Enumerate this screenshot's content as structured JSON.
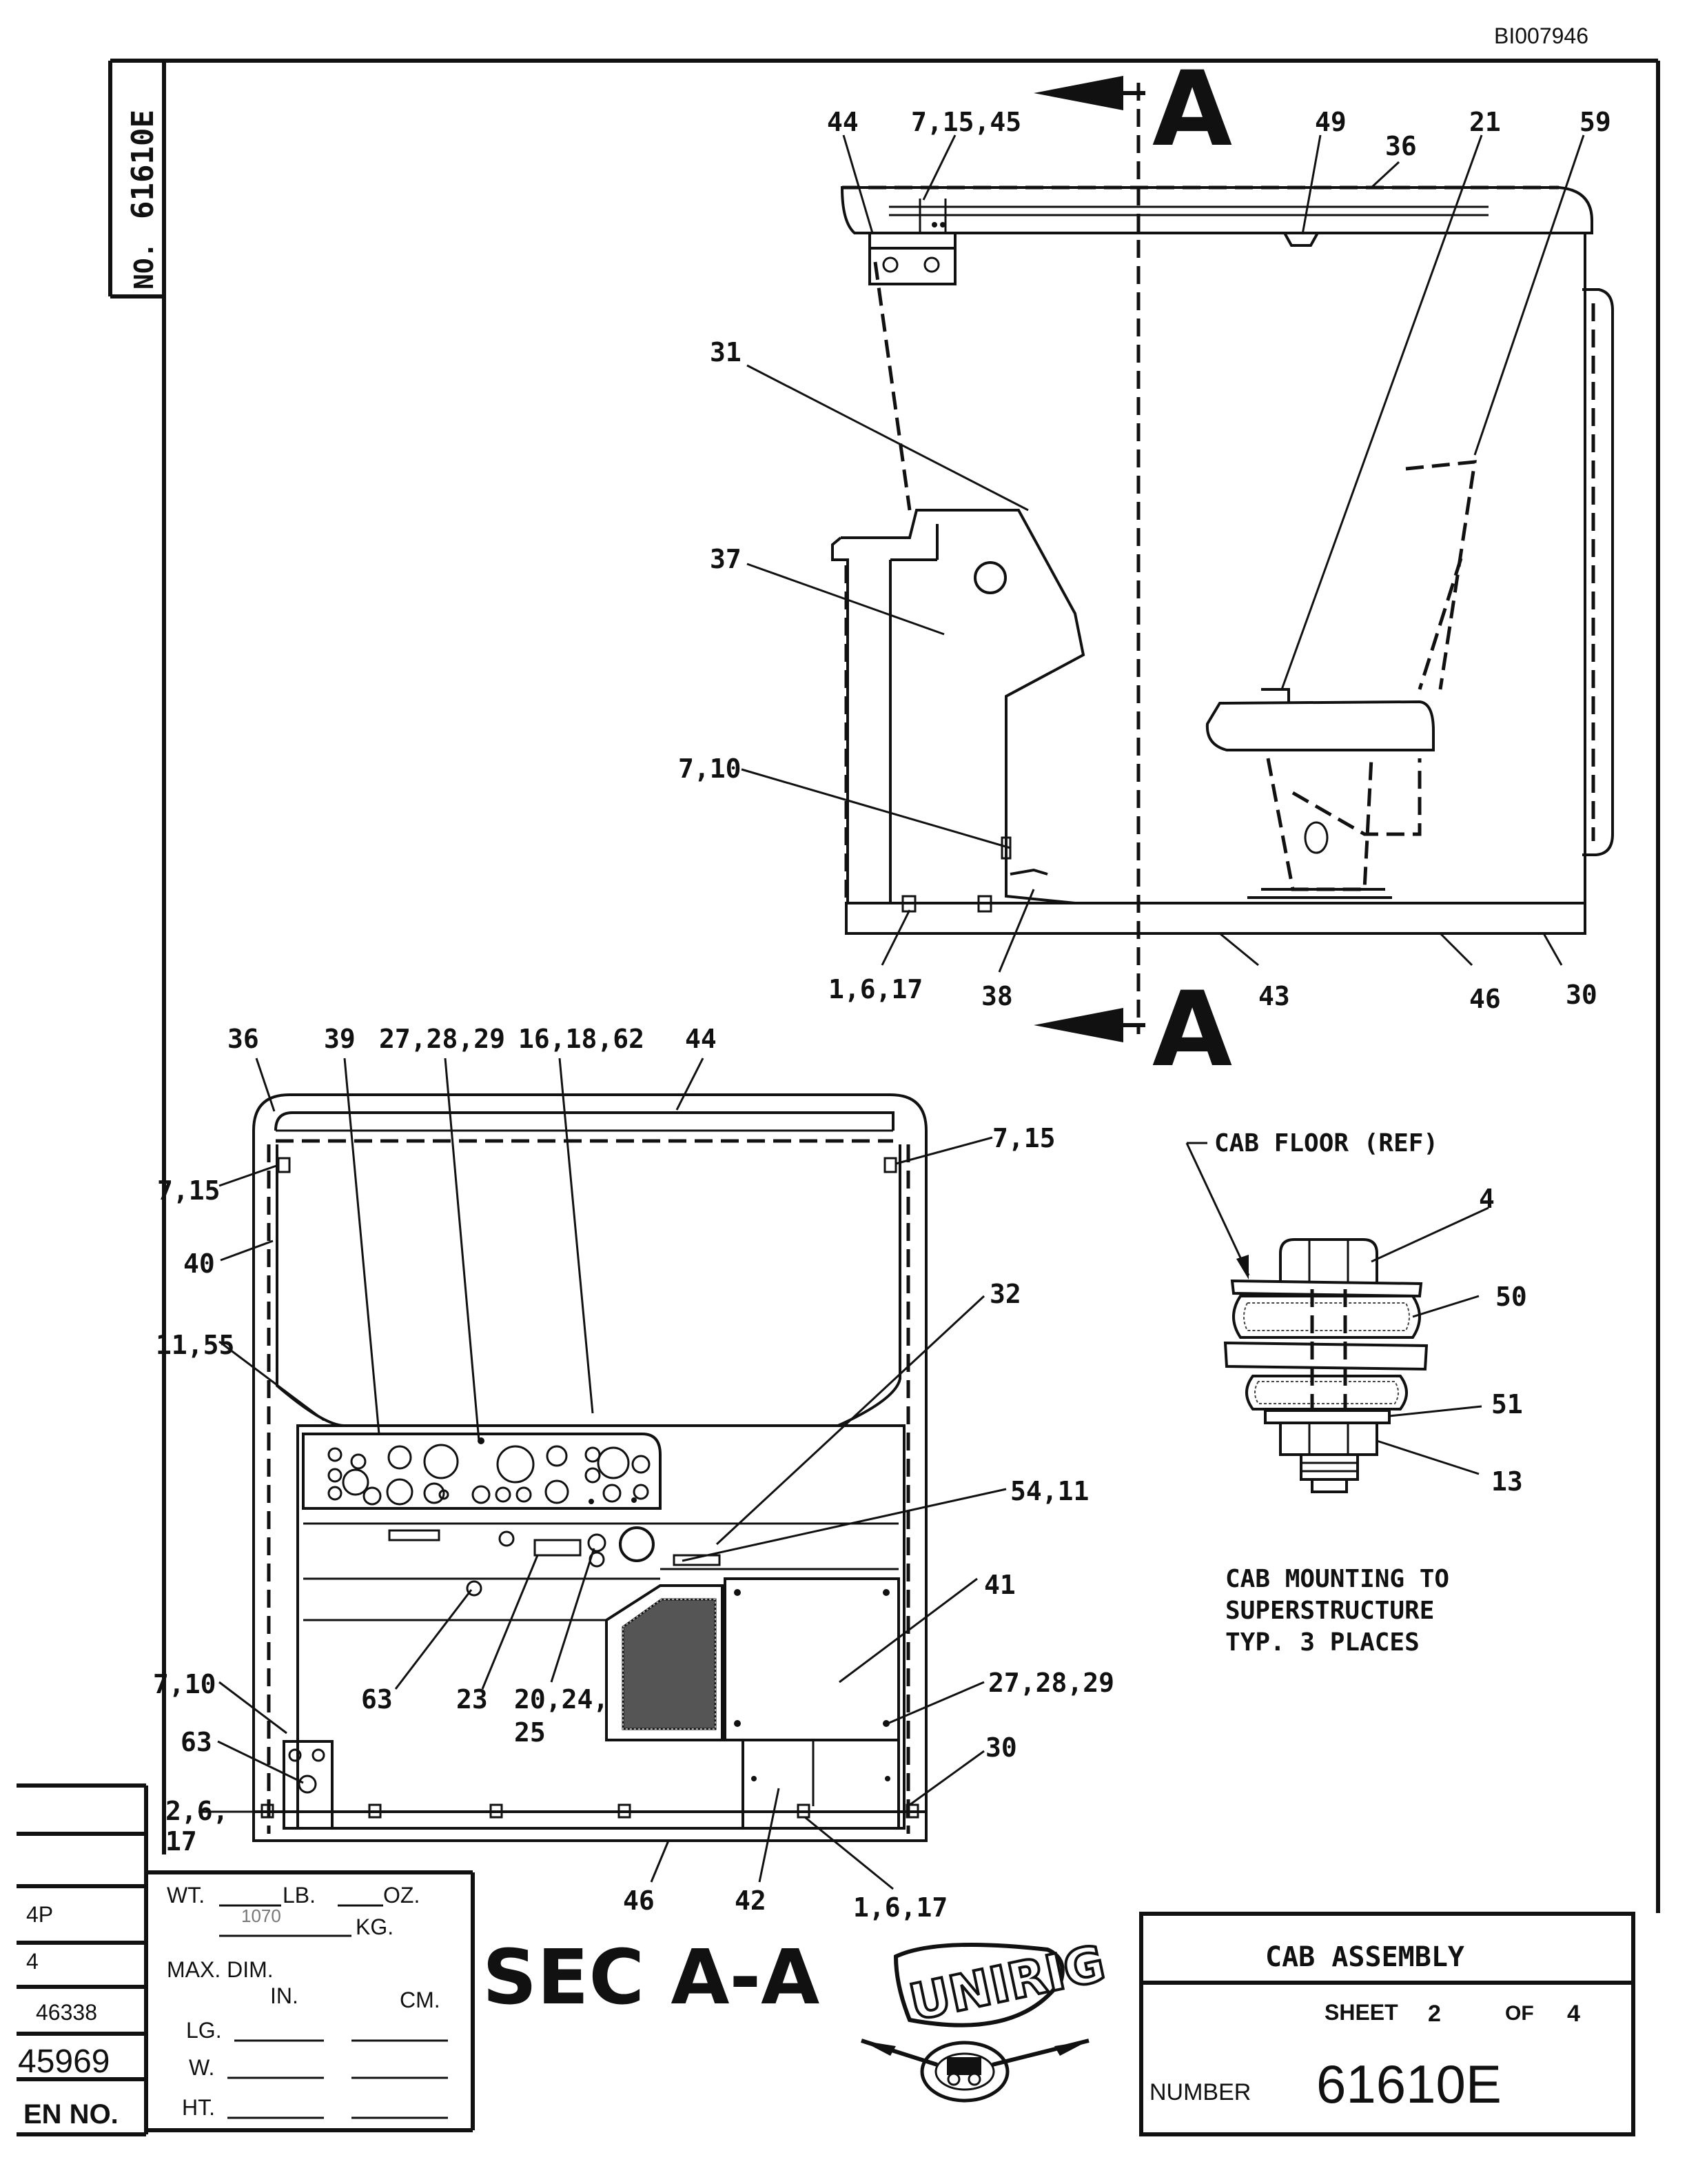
{
  "document": {
    "doc_id": "BI007946",
    "drawing_no_prefix": "NO.",
    "drawing_no": "61610E"
  },
  "section_marker": {
    "letter": "A",
    "section_title": "SEC A-A"
  },
  "side_view_callouts": [
    "44",
    "7,15,45",
    "49",
    "36",
    "21",
    "59",
    "31",
    "37",
    "7,10",
    "1,6,17",
    "38",
    "43",
    "46",
    "30"
  ],
  "front_view_callouts": [
    "36",
    "39",
    "27,28,29",
    "16,18,62",
    "44",
    "7,15",
    "7,15",
    "40",
    "11,55",
    "32",
    "54,11",
    "41",
    "7,10",
    "63",
    "63",
    "23",
    "20,24,",
    "25",
    "27,28,29",
    "30",
    "2,6,",
    "17",
    "46",
    "42",
    "1,6,17"
  ],
  "mount_detail": {
    "ref_label": "CAB FLOOR (REF)",
    "callouts": [
      "4",
      "50",
      "51",
      "13"
    ],
    "note_lines": [
      "CAB MOUNTING TO",
      "SUPERSTRUCTURE",
      "TYP. 3 PLACES"
    ]
  },
  "left_margin": {
    "rows": [
      "4P",
      "4",
      "46338",
      "45969",
      "EN NO."
    ]
  },
  "weight_block": {
    "wt_label": "WT.",
    "lb_label": "LB.",
    "oz_label": "OZ.",
    "kg_value": "1070",
    "kg_label": "KG.",
    "max_dim_label": "MAX. DIM.",
    "in_label": "IN.",
    "cm_label": "CM.",
    "lg_label": "LG.",
    "w_label": "W.",
    "ht_label": "HT."
  },
  "logo": {
    "text": "UNIRIG"
  },
  "title_block": {
    "title": "CAB ASSEMBLY",
    "sheet_label": "SHEET",
    "sheet_no": "2",
    "of_label": "OF",
    "sheet_total": "4",
    "number_label": "NUMBER",
    "number": "61610E"
  }
}
